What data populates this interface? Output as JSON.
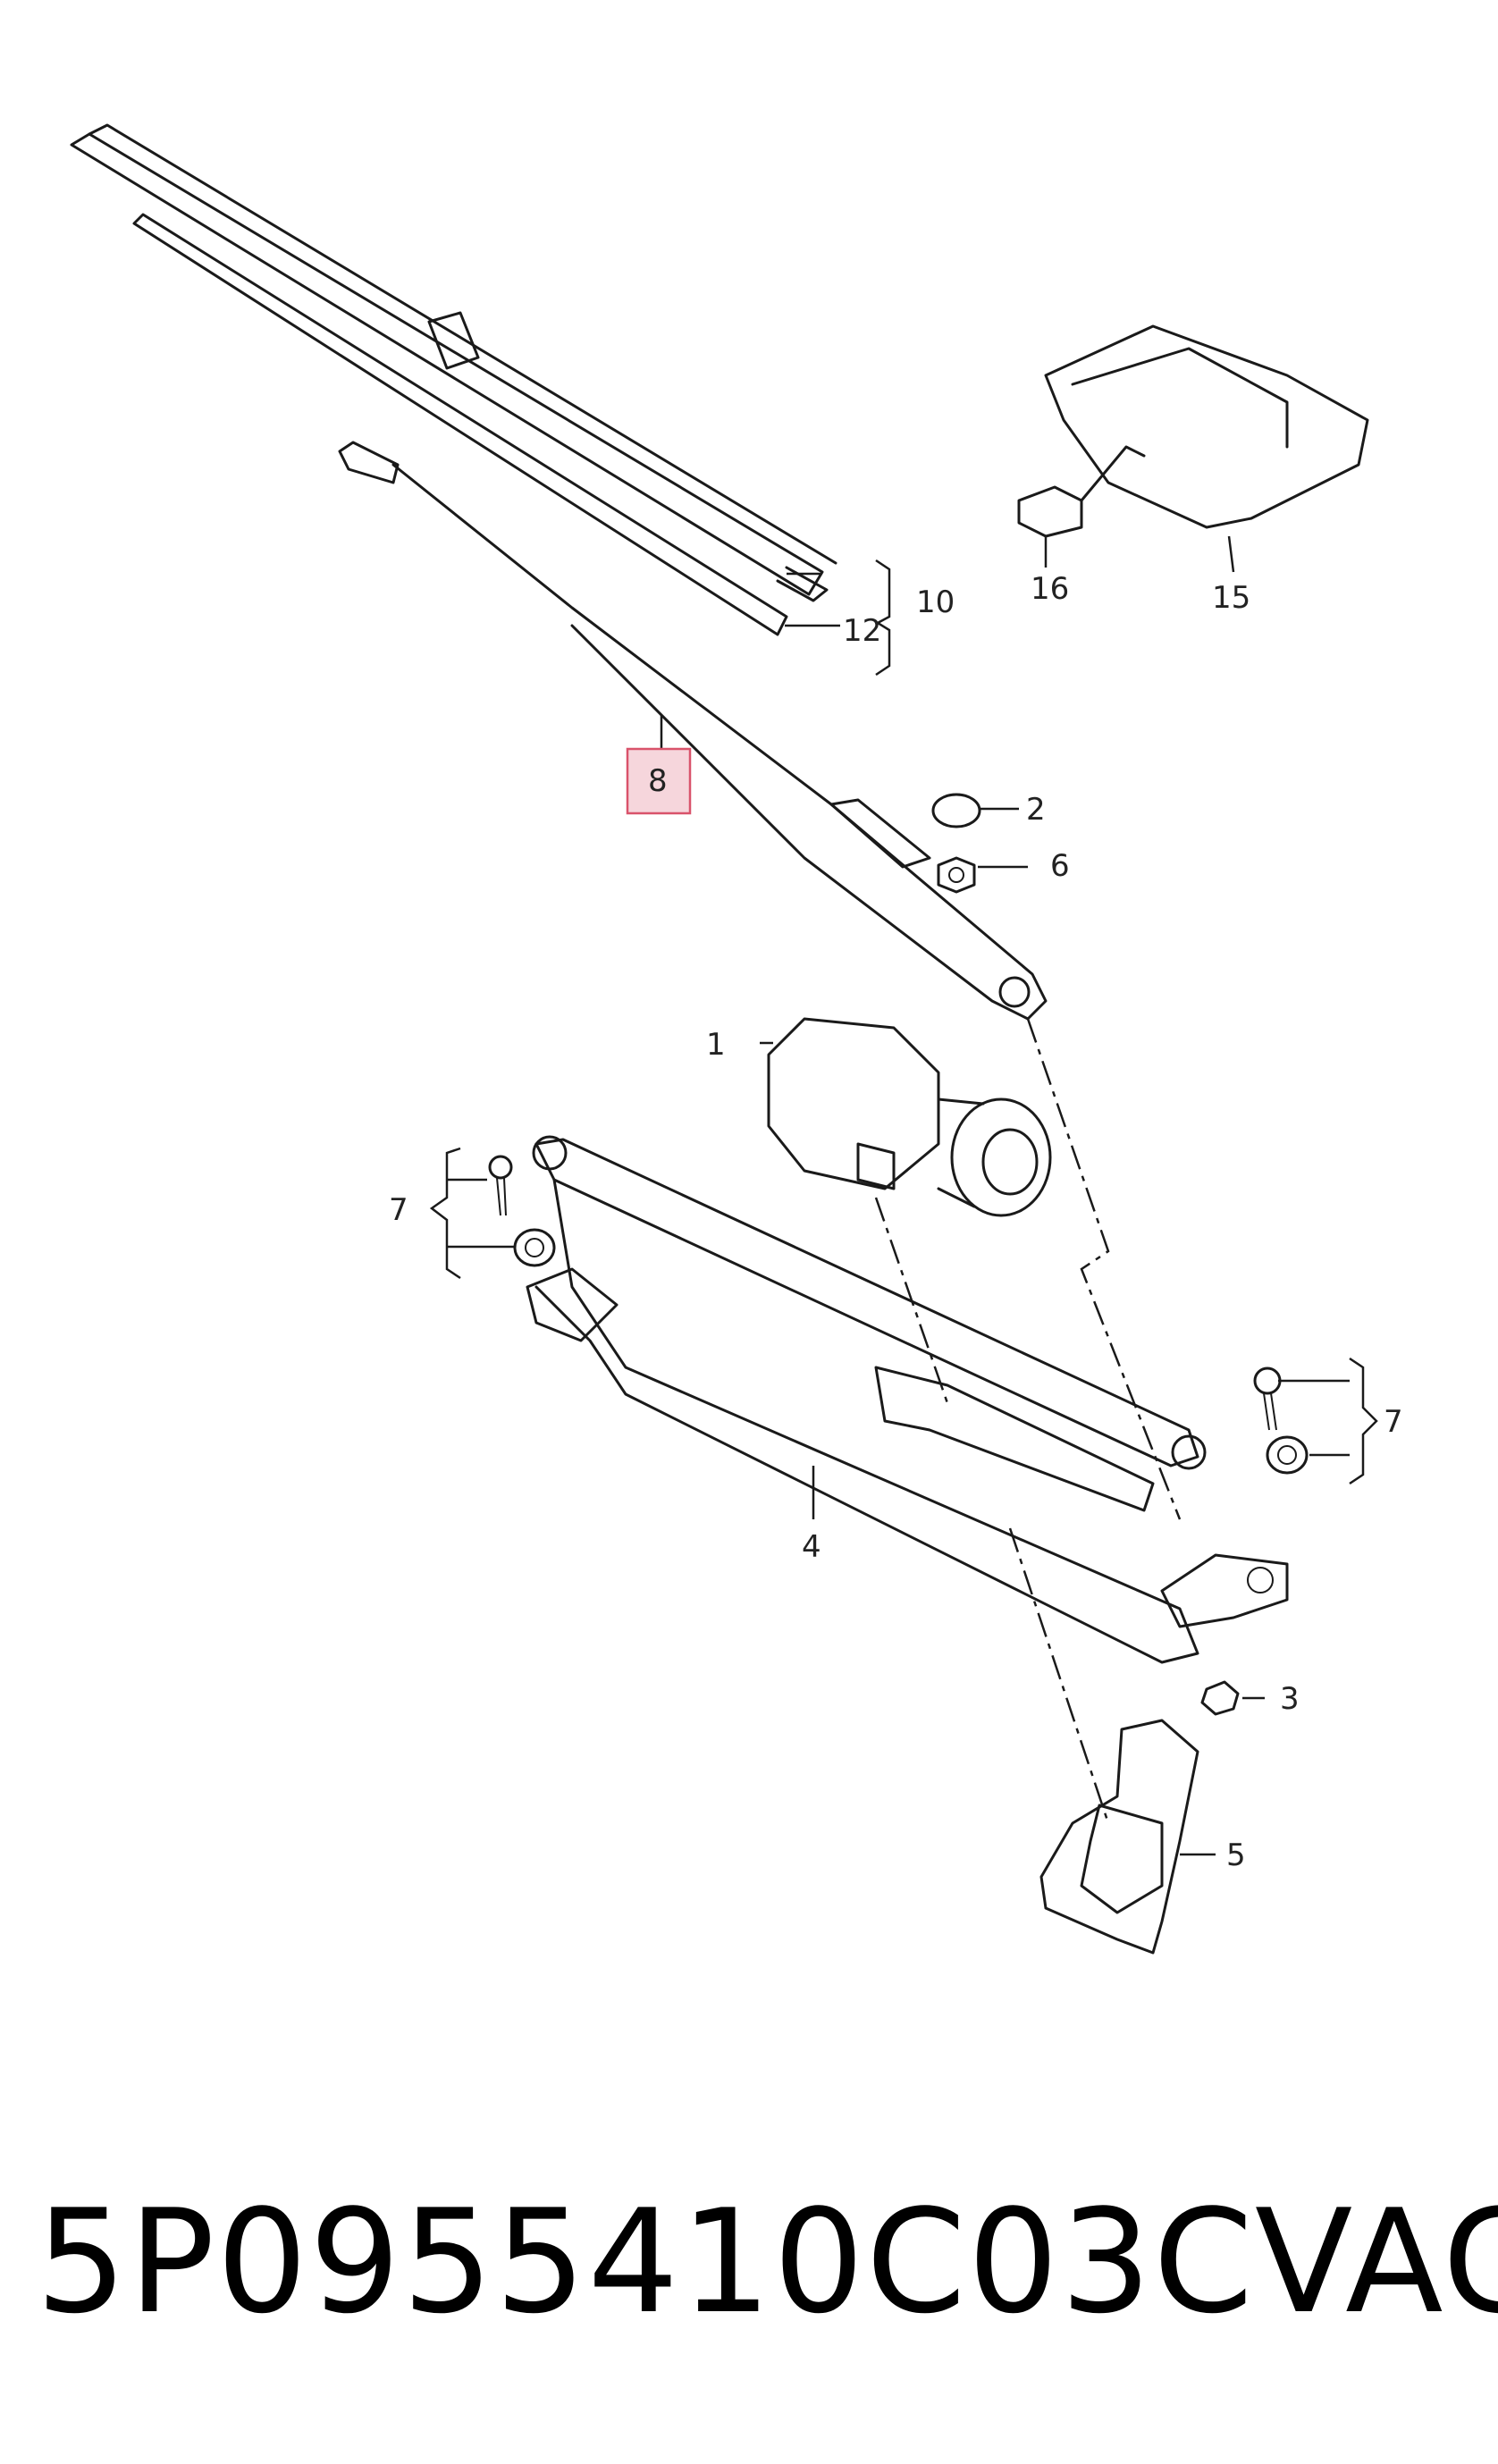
{
  "callouts": {
    "c1": "1",
    "c2": "2",
    "c3": "3",
    "c4": "4",
    "c5": "5",
    "c6": "6",
    "c7a": "7",
    "c7b": "7",
    "c8": "8",
    "c10": "10",
    "c12": "12",
    "c15": "15",
    "c16": "16"
  },
  "highlight_color": "#f6d6dc",
  "highlight_border": "#d9536b",
  "caption": {
    "part_number": "5P0955410C03C",
    "brand": "VAG"
  }
}
